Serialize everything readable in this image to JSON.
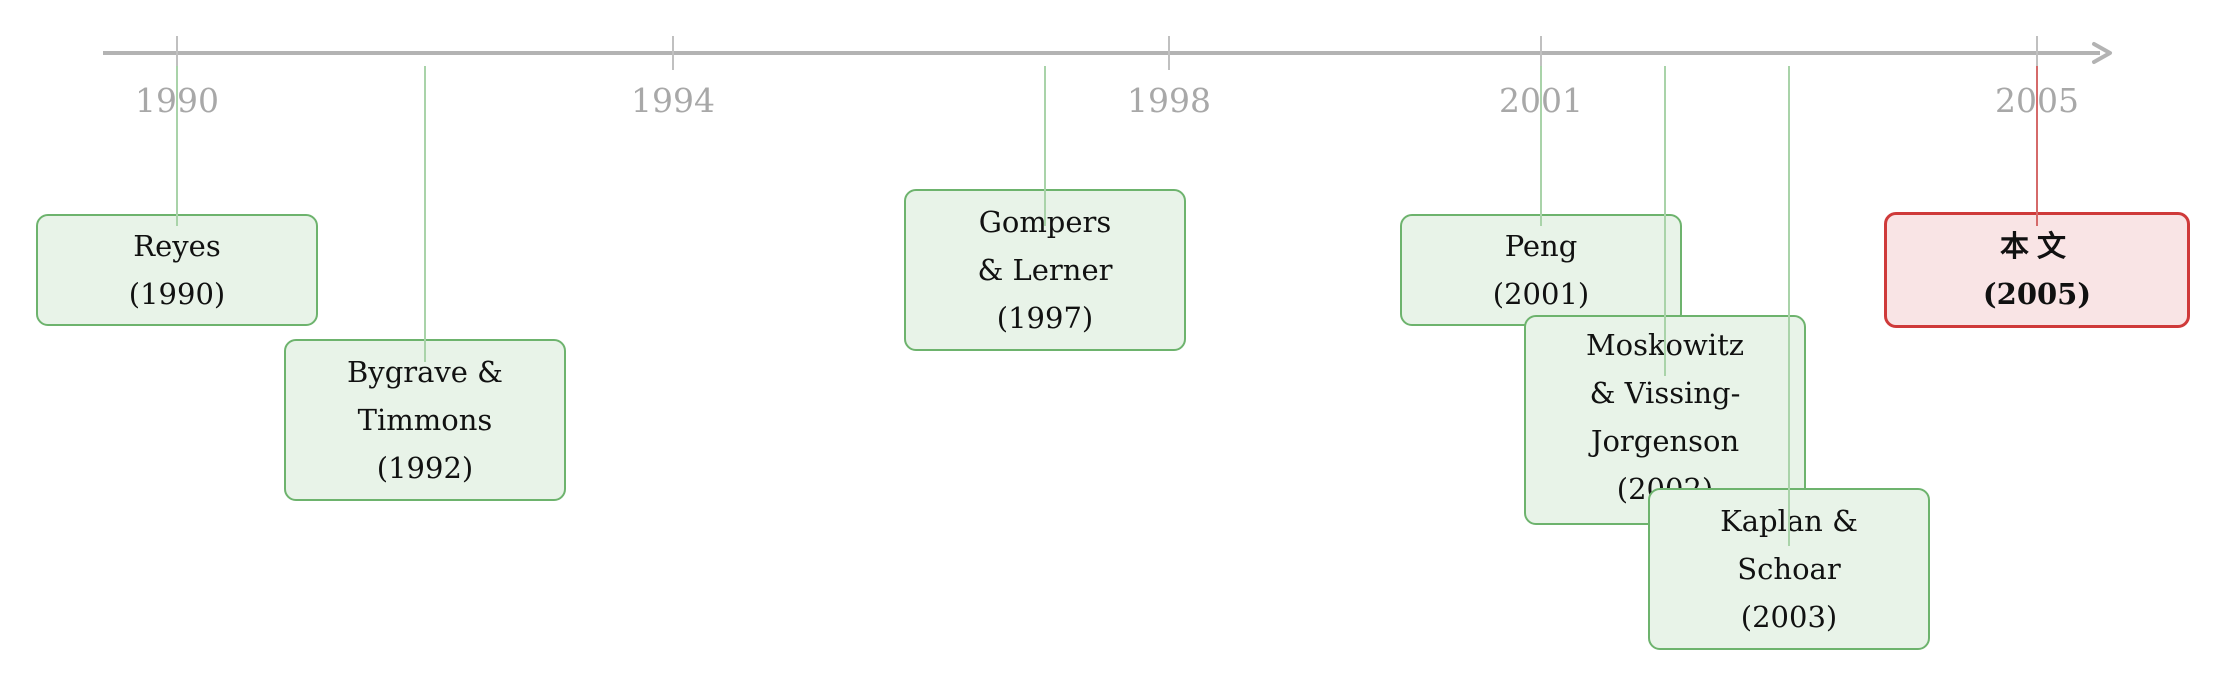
{
  "timeline": {
    "axis_color": "#b3b3b3",
    "year_label_color": "#a8a8a8",
    "year_labels": [
      {
        "year": "1990"
      },
      {
        "year": "1994"
      },
      {
        "year": "1998"
      },
      {
        "year": "2001"
      },
      {
        "year": "2005"
      }
    ],
    "entries": [
      {
        "id": "reyes",
        "lines": [
          "Reyes",
          "(1990)"
        ],
        "kind": "prior"
      },
      {
        "id": "bygrave-timmons",
        "lines": [
          "Bygrave &",
          "Timmons",
          "(1992)"
        ],
        "kind": "prior"
      },
      {
        "id": "gompers-lerner",
        "lines": [
          "Gompers",
          "& Lerner",
          "(1997)"
        ],
        "kind": "prior"
      },
      {
        "id": "peng",
        "lines": [
          "Peng",
          "(2001)"
        ],
        "kind": "prior"
      },
      {
        "id": "moskowitz-vissing-jorgenson",
        "lines": [
          "Moskowitz",
          "& Vissing-",
          "Jorgenson",
          "(2002)"
        ],
        "kind": "prior"
      },
      {
        "id": "kaplan-schoar",
        "lines": [
          "Kaplan &",
          "Schoar",
          "(2003)"
        ],
        "kind": "prior"
      },
      {
        "id": "this-paper",
        "lines": [
          "本文",
          "(2005)"
        ],
        "kind": "current"
      }
    ],
    "colors": {
      "prior_fill": "#e8f3e8",
      "prior_border": "#6db36d",
      "prior_connector": "#a9d3a9",
      "current_fill": "#f9e4e5",
      "current_border": "#cf3a3a",
      "current_connector": "#d56a6a"
    }
  }
}
